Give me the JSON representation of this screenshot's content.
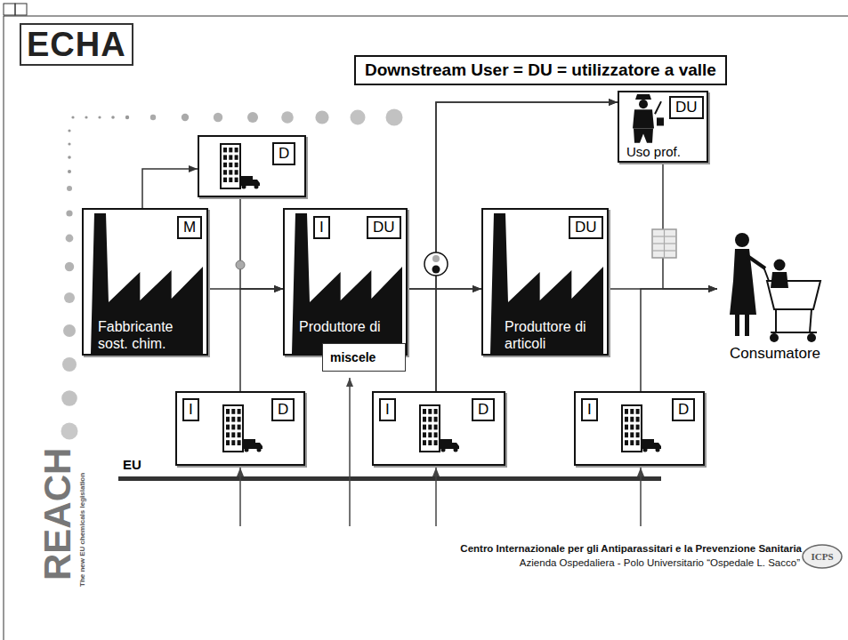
{
  "diagram": {
    "title": "Downstream User = DU = utilizzatore a valle",
    "nodes": [
      {
        "text": [
          "M",
          "Fabbricante sost. chim."
        ]
      },
      {
        "text": [
          "D"
        ]
      },
      {
        "text": [
          "I",
          "DU",
          "Produttore di",
          "miscele"
        ]
      },
      {
        "text": [
          "DU",
          "Produttore di articoli"
        ]
      },
      {
        "text": [
          "DU",
          "Uso prof."
        ]
      },
      {
        "text": [
          "Consumatore"
        ]
      },
      {
        "text": [
          "I",
          "D"
        ]
      },
      {
        "text": [
          "I",
          "D"
        ]
      },
      {
        "text": [
          "I",
          "D"
        ]
      }
    ],
    "edges": [
      {
        "from": 0,
        "to": 1,
        "arrow": "to"
      },
      {
        "from": 0,
        "to": 2,
        "arrow": "to"
      },
      {
        "from": 1,
        "to": 2,
        "arrow": "to"
      },
      {
        "from": 6,
        "to": 2,
        "arrow": "to"
      },
      {
        "from": 2,
        "to": 3,
        "arrow": "to"
      },
      {
        "from": 2,
        "to": 4,
        "arrow": "to"
      },
      {
        "from": 7,
        "to": 3,
        "arrow": "to"
      },
      {
        "from": 7,
        "to": 4,
        "arrow": "to"
      },
      {
        "from": 3,
        "to": 5,
        "arrow": "to"
      },
      {
        "from": 4,
        "to": 5,
        "arrow": "to"
      },
      {
        "from": 8,
        "to": 5,
        "arrow": "to"
      }
    ],
    "labels": [
      "ECHA",
      "EU",
      "REACH",
      "The new EU chemicals legislation",
      "Centro Internazionale per gli Antiparassitari e la Prevenzione Sanitaria",
      "Azienda Ospedaliera - Polo Universitario “Ospedale L. Sacco”",
      "ICPS"
    ]
  }
}
